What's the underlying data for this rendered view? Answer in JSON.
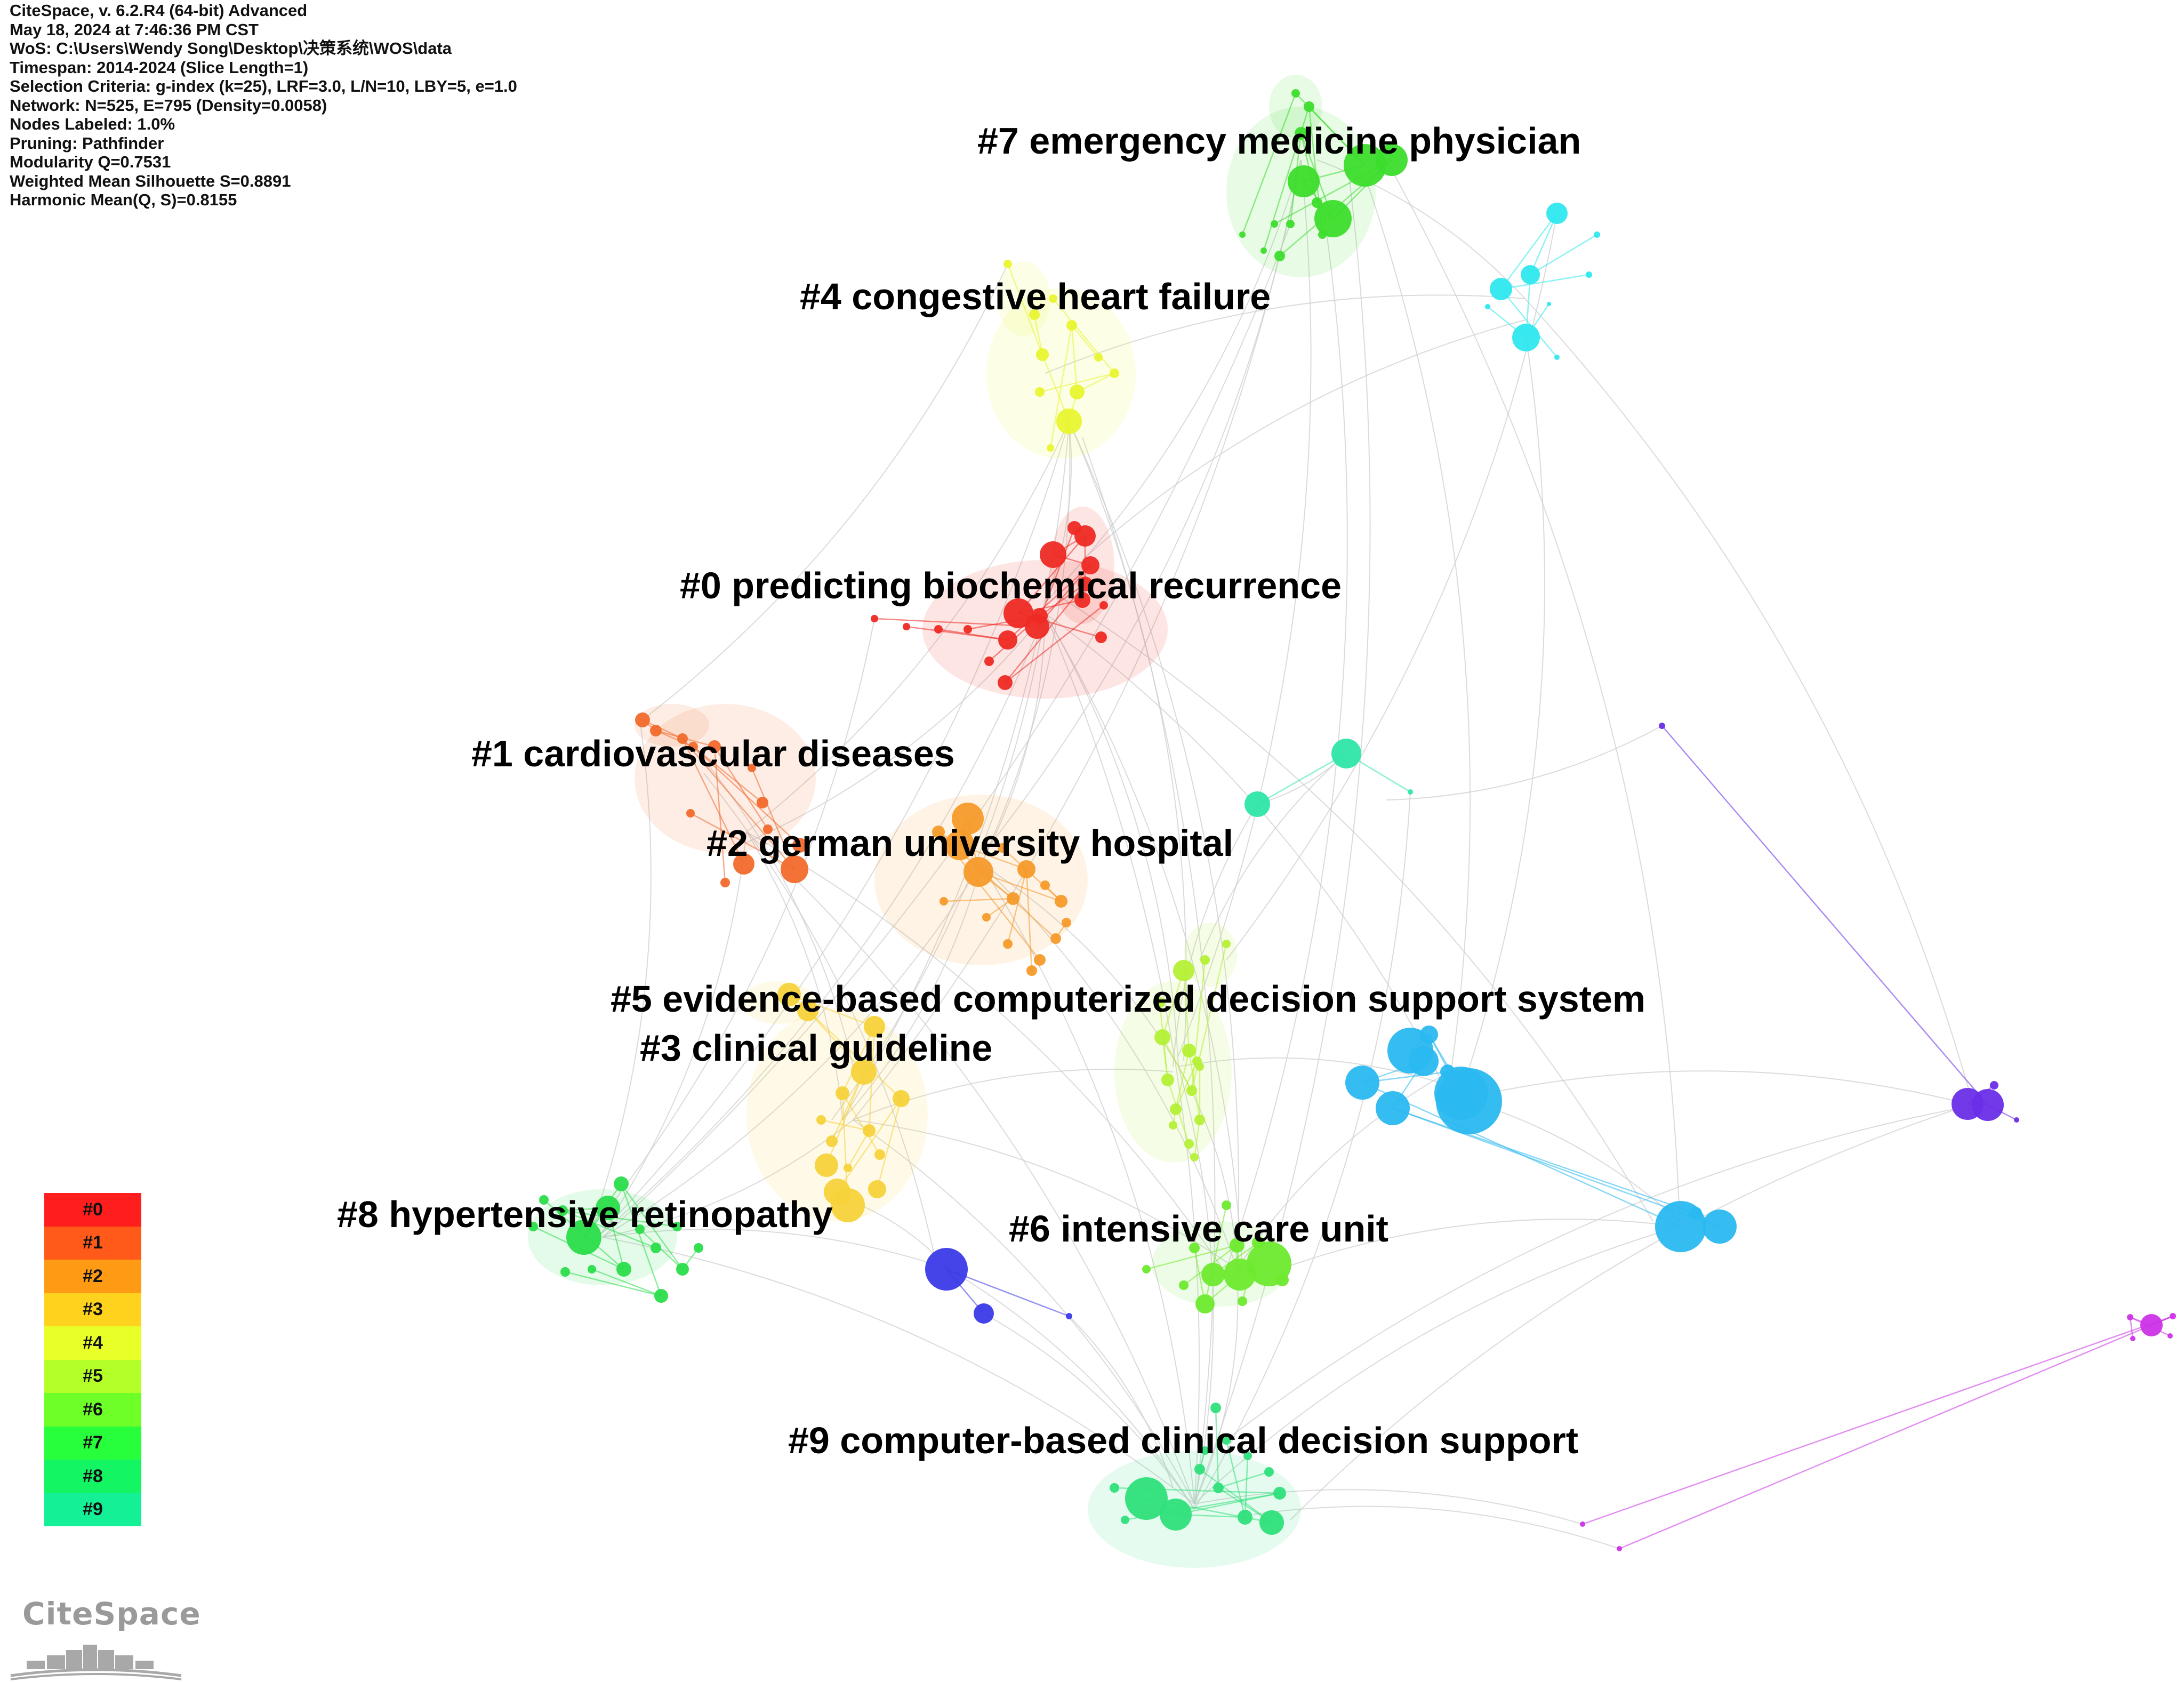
{
  "info_lines": [
    "CiteSpace, v. 6.2.R4 (64-bit) Advanced",
    "May 18, 2024 at 7:46:36 PM CST",
    "WoS: C:\\Users\\Wendy Song\\Desktop\\决策系统\\WOS\\data",
    "Timespan: 2014-2024 (Slice Length=1)",
    "Selection Criteria: g-index (k=25), LRF=3.0, L/N=10, LBY=5, e=1.0",
    "Network: N=525, E=795 (Density=0.0058)",
    "Nodes Labeled: 1.0%",
    "Pruning: Pathfinder",
    "Modularity Q=0.7531",
    "Weighted Mean Silhouette S=0.8891",
    "Harmonic Mean(Q, S)=0.8155"
  ],
  "clusters": [
    {
      "id": "#0",
      "label": "#0 predicting biochemical recurrence",
      "color": "#ee2a24"
    },
    {
      "id": "#1",
      "label": "#1 cardiovascular diseases",
      "color": "#f26a2c"
    },
    {
      "id": "#2",
      "label": "#2 german university hospital",
      "color": "#f69a2a"
    },
    {
      "id": "#3",
      "label": "#3 clinical guideline",
      "color": "#f7d23a"
    },
    {
      "id": "#4",
      "label": "#4 congestive heart failure",
      "color": "#e8f52f"
    },
    {
      "id": "#5",
      "label": "#5 evidence-based computerized decision support system",
      "color": "#b4f035"
    },
    {
      "id": "#6",
      "label": "#6 intensive care unit",
      "color": "#6eea2e"
    },
    {
      "id": "#7",
      "label": "#7 emergency medicine physician",
      "color": "#3cdd2c"
    },
    {
      "id": "#8",
      "label": "#8 hypertensive retinopathy",
      "color": "#2add4a"
    },
    {
      "id": "#9",
      "label": "#9 computer-based clinical decision support",
      "color": "#2fe07a"
    }
  ],
  "legend": {
    "items": [
      "#0",
      "#1",
      "#2",
      "#3",
      "#4",
      "#5",
      "#6",
      "#7",
      "#8",
      "#9"
    ],
    "colors": [
      "#ff1e1e",
      "#ff5a1a",
      "#ff9a14",
      "#ffd21e",
      "#e8ff28",
      "#b4ff28",
      "#6eff28",
      "#28ff3c",
      "#14f564",
      "#14f096"
    ]
  },
  "logo": {
    "text": "CiteSpace"
  }
}
